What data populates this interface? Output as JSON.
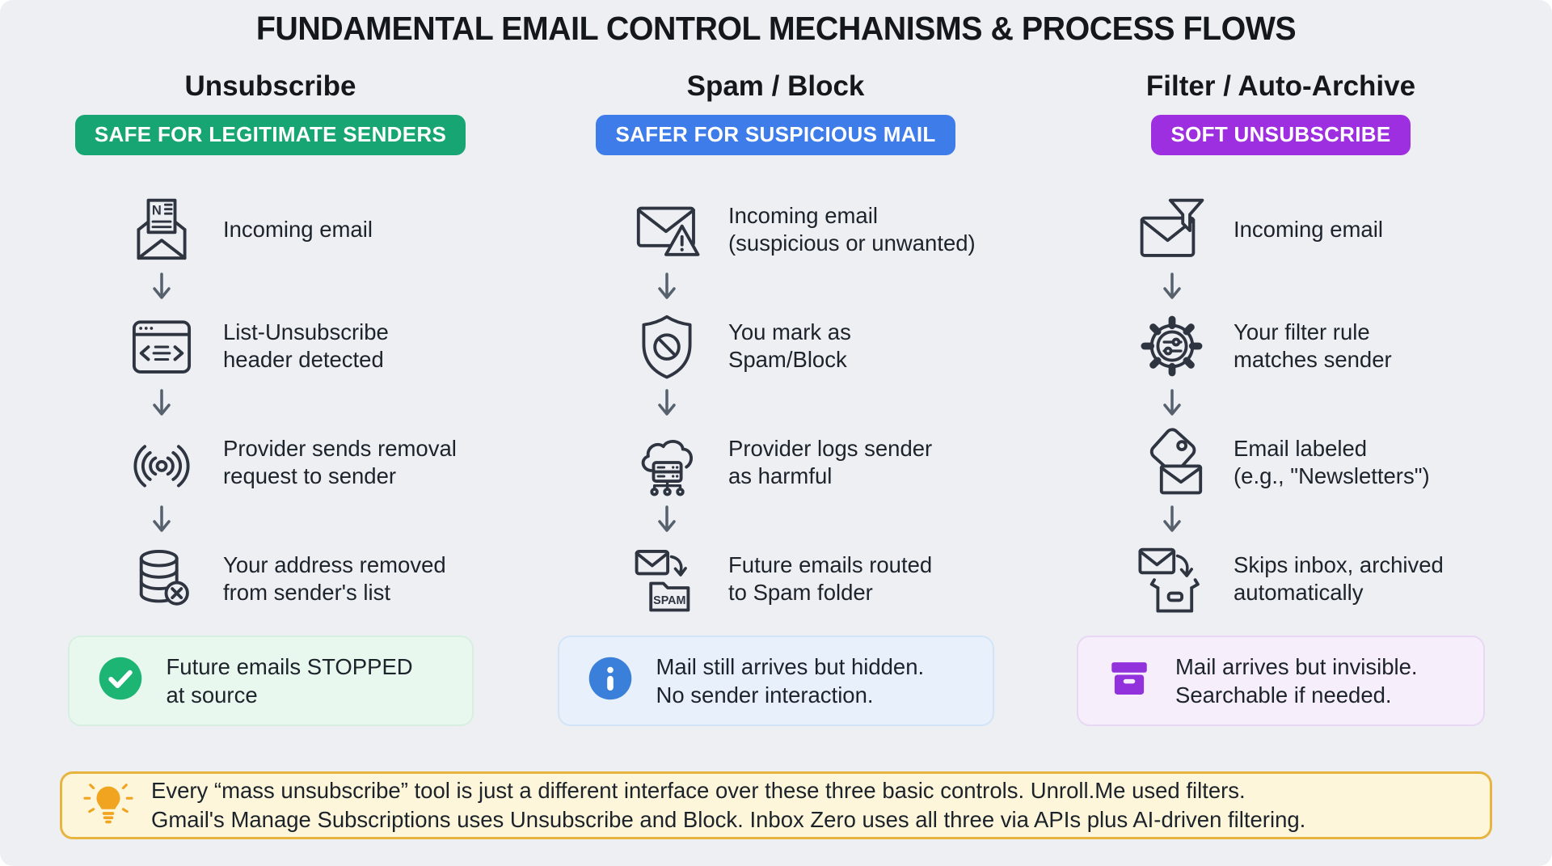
{
  "title": "FUNDAMENTAL EMAIL CONTROL MECHANISMS & PROCESS FLOWS",
  "colors": {
    "background": "#edeff3",
    "badge_green": "#17a673",
    "badge_blue": "#3e7de9",
    "badge_purple": "#9e2fe0",
    "result_green_bg": "#e9f8ef",
    "result_blue_bg": "#e7f0fb",
    "result_purple_bg": "#f6eefa",
    "note_bg": "#fdf6da",
    "note_border": "#e7b440",
    "icon_stroke": "#2e3440",
    "check_green": "#1db573",
    "info_blue": "#3a7fd9",
    "archive_purple": "#9232dd",
    "bulb_orange": "#f0a41f"
  },
  "columns": [
    {
      "heading": "Unsubscribe",
      "badge": {
        "label": "SAFE FOR LEGITIMATE SENDERS",
        "color": "#17a673"
      },
      "steps": [
        {
          "icon": "newsletter-email-icon",
          "icon_text": "N",
          "lines": [
            "Incoming email"
          ]
        },
        {
          "icon": "list-unsubscribe-header-icon",
          "lines": [
            "List-Unsubscribe",
            "header detected"
          ]
        },
        {
          "icon": "broadcast-signal-icon",
          "lines": [
            "Provider sends removal",
            "request to sender"
          ]
        },
        {
          "icon": "database-removed-icon",
          "lines": [
            "Your address removed",
            "from sender's list"
          ]
        }
      ],
      "result": {
        "icon": "check-circle-icon",
        "lines": [
          "Future emails STOPPED",
          "at source"
        ]
      }
    },
    {
      "heading": "Spam / Block",
      "badge": {
        "label": "SAFER FOR SUSPICIOUS MAIL",
        "color": "#3e7de9"
      },
      "steps": [
        {
          "icon": "suspicious-email-icon",
          "lines": [
            "Incoming email",
            "(suspicious or unwanted)"
          ]
        },
        {
          "icon": "shield-block-icon",
          "lines": [
            "You mark as",
            "Spam/Block"
          ]
        },
        {
          "icon": "provider-cloud-server-icon",
          "lines": [
            "Provider logs sender",
            "as harmful"
          ]
        },
        {
          "icon": "spam-folder-icon",
          "icon_text": "SPAM",
          "lines": [
            "Future emails routed",
            "to Spam folder"
          ]
        }
      ],
      "result": {
        "icon": "info-circle-icon",
        "lines": [
          "Mail still arrives but hidden.",
          "No sender interaction."
        ]
      }
    },
    {
      "heading": "Filter / Auto-Archive",
      "badge": {
        "label": "SOFT UNSUBSCRIBE",
        "color": "#9e2fe0"
      },
      "steps": [
        {
          "icon": "filter-funnel-email-icon",
          "lines": [
            "Incoming email"
          ]
        },
        {
          "icon": "filter-rule-gear-icon",
          "lines": [
            "Your filter rule",
            "matches sender"
          ]
        },
        {
          "icon": "label-tag-email-icon",
          "lines": [
            "Email labeled",
            "(e.g., \"Newsletters\")"
          ]
        },
        {
          "icon": "auto-archive-icon",
          "lines": [
            "Skips inbox, archived",
            "automatically"
          ]
        }
      ],
      "result": {
        "icon": "archive-box-icon",
        "lines": [
          "Mail arrives but invisible.",
          "Searchable if needed."
        ]
      }
    }
  ],
  "note": {
    "icon": "lightbulb-icon",
    "lines": [
      "Every “mass unsubscribe” tool is just a different interface over these three basic controls. Unroll.Me used filters.",
      "Gmail's Manage Subscriptions uses Unsubscribe and Block. Inbox Zero uses all three via APIs plus AI-driven filtering."
    ]
  }
}
